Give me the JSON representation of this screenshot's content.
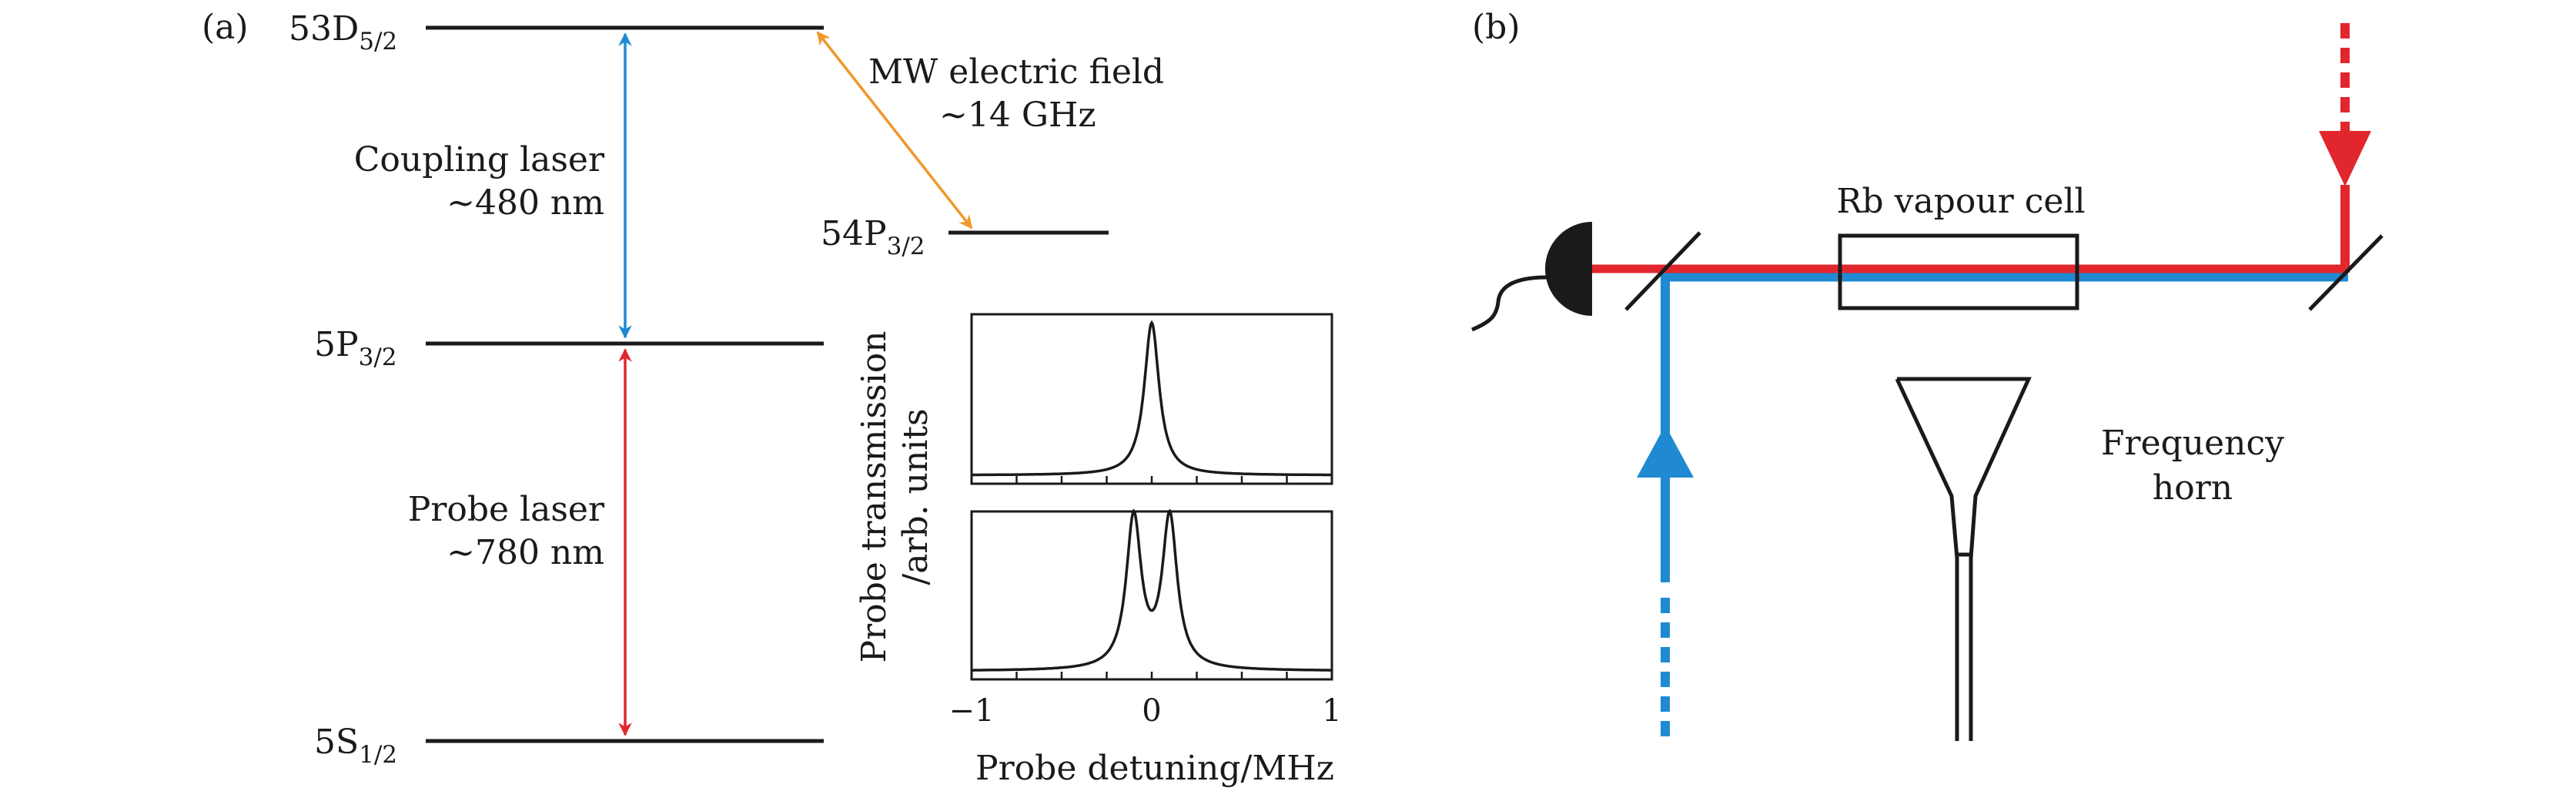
{
  "panel_a": {
    "label": "(a)",
    "levels": {
      "d53": {
        "main": "53D",
        "sub": "5/2"
      },
      "p54": {
        "main": "54P",
        "sub": "3/2"
      },
      "p5": {
        "main": "5P",
        "sub": "3/2"
      },
      "s5": {
        "main": "5S",
        "sub": "1/2"
      }
    },
    "coupling": {
      "line1": "Coupling laser",
      "line2": "~480 nm"
    },
    "probe": {
      "line1": "Probe laser",
      "line2": "~780 nm"
    },
    "mw": {
      "line1": "MW electric field",
      "line2": "~14 GHz"
    },
    "colors": {
      "coupling": "#1f8ad2",
      "probe": "#e2262d",
      "mw": "#f0982b",
      "levels": "#1a1a1a"
    }
  },
  "inset_chart": {
    "ylabel_line1": "Probe transmission",
    "ylabel_line2": "/arb. units",
    "xlabel": "Probe detuning/MHz",
    "xticks": [
      "−1",
      "0",
      "1"
    ]
  },
  "chart_data": {
    "type": "line",
    "xlabel": "Probe detuning/MHz",
    "ylabel": "Probe transmission /arb. units",
    "xlim": [
      -1,
      1
    ],
    "panels": [
      {
        "lines": [
          {
            "center": 0.0,
            "width": 0.05,
            "height": 0.9
          }
        ],
        "baseline": 0.05
      },
      {
        "lines": [
          {
            "center": -0.1,
            "width": 0.05,
            "height": 0.9
          },
          {
            "center": 0.1,
            "width": 0.05,
            "height": 0.9
          }
        ],
        "baseline": 0.05
      }
    ]
  },
  "panel_b": {
    "label": "(b)",
    "cell_label": "Rb vapour cell",
    "horn_line1": "Frequency",
    "horn_line2": "horn",
    "colors": {
      "probe_beam": "#e2262d",
      "coupling_beam": "#1f8ad2"
    }
  }
}
